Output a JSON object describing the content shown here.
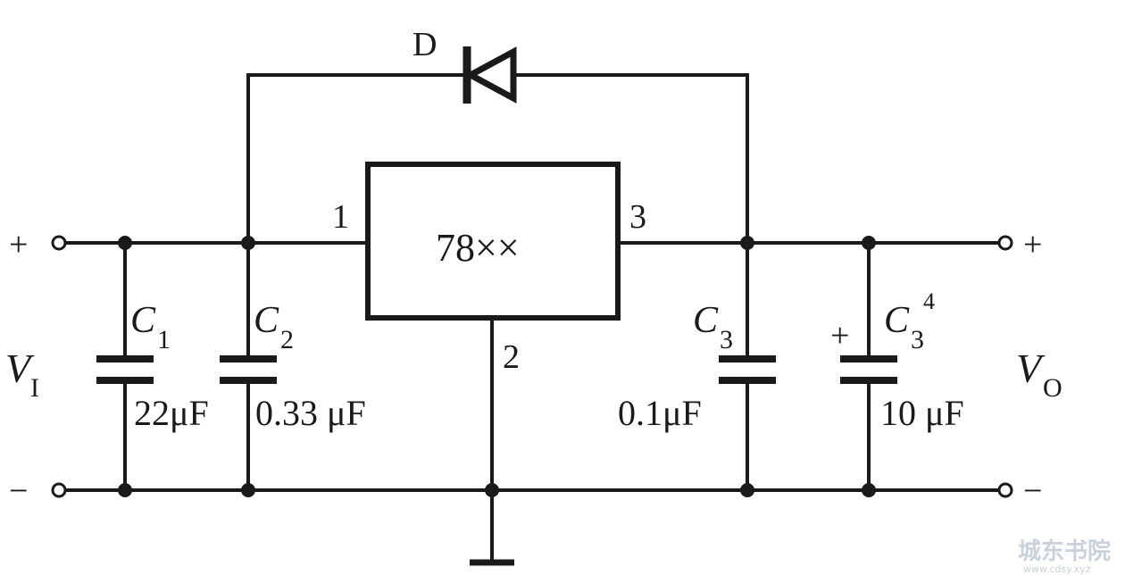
{
  "diode": {
    "label": "D"
  },
  "regulator": {
    "label": "78××",
    "pin_in": "1",
    "pin_gnd": "2",
    "pin_out": "3"
  },
  "input": {
    "symbol": "V",
    "subscript": "I",
    "plus": "+",
    "minus": "−"
  },
  "output": {
    "symbol": "V",
    "subscript": "O",
    "plus": "+",
    "minus": "−"
  },
  "capacitors": [
    {
      "symbol": "C",
      "subscript": "1",
      "value": "22μF"
    },
    {
      "symbol": "C",
      "subscript": "2",
      "value": "0.33 μF"
    },
    {
      "symbol": "C",
      "subscript": "3",
      "value": "0.1μF"
    },
    {
      "symbol": "C",
      "subscript": "3",
      "superscript": "4",
      "polarity": "+",
      "value": "10 μF"
    }
  ],
  "watermark": {
    "text": "城东书院",
    "url": "www.cdsy.xyz"
  }
}
